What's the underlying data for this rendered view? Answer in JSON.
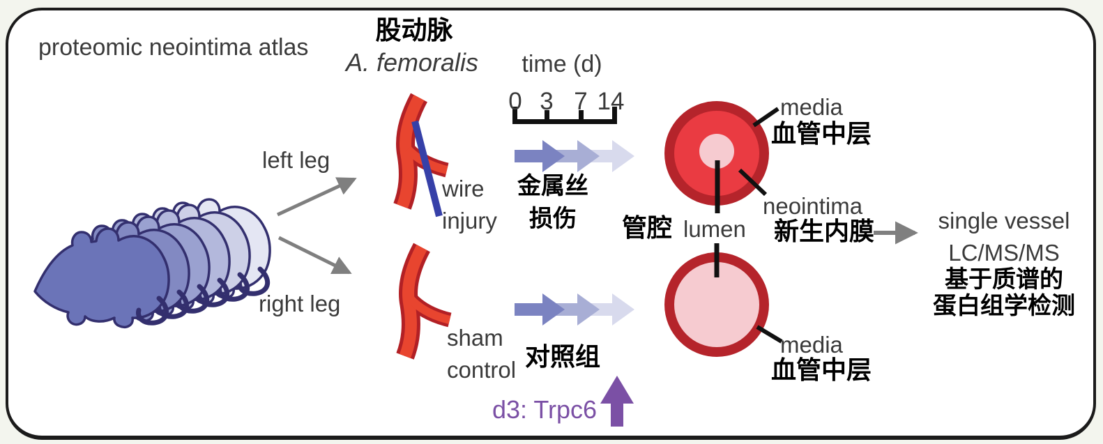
{
  "header": {
    "title": "proteomic neointima atlas"
  },
  "legs": {
    "left": "left leg",
    "right": "right leg"
  },
  "femoral_artery": {
    "zh": "股动脉",
    "latin": "A. femoralis"
  },
  "timeline": {
    "label": "time (d)",
    "ticks": [
      "0",
      "3",
      "7",
      "14"
    ]
  },
  "injury_group": {
    "en_line1": "wire",
    "en_line2": "injury",
    "zh_line1": "金属丝",
    "zh_line2": "损伤"
  },
  "sham_group": {
    "en_line1": "sham",
    "en_line2": "control",
    "zh": "对照组"
  },
  "finding": {
    "label": "d3: Trpc6"
  },
  "lumen_label": {
    "zh": "管腔",
    "en": "lumen"
  },
  "injured_vessel": {
    "media_en": "media",
    "media_zh": "血管中层",
    "neointima_en": "neointima",
    "neointima_zh": "新生内膜"
  },
  "sham_vessel": {
    "media_en": "media",
    "media_zh": "血管中层"
  },
  "output": {
    "en_line1": "single vessel",
    "en_line2": "LC/MS/MS",
    "zh_line1": "基于质谱的",
    "zh_line2": "蛋白组学检测"
  },
  "colors": {
    "text_dark": "#3a3a3a",
    "purple": "#7b50a5",
    "arrow_gray": "#7f7f7f",
    "artery_red": "#e8452f",
    "artery_outline": "#b22025",
    "wire_blue": "#3640a8",
    "vessel_ring_red": "#b5242b",
    "neointima_red": "#ea3b42",
    "lumen_pink": "#f6cbd0",
    "fade_arrow_1": "#7b83c1",
    "fade_arrow_2": "#a8aed5",
    "fade_arrow_3": "#d8daed",
    "mouse_front": "#6b74b8",
    "mouse_back": "#e4e6f3"
  }
}
